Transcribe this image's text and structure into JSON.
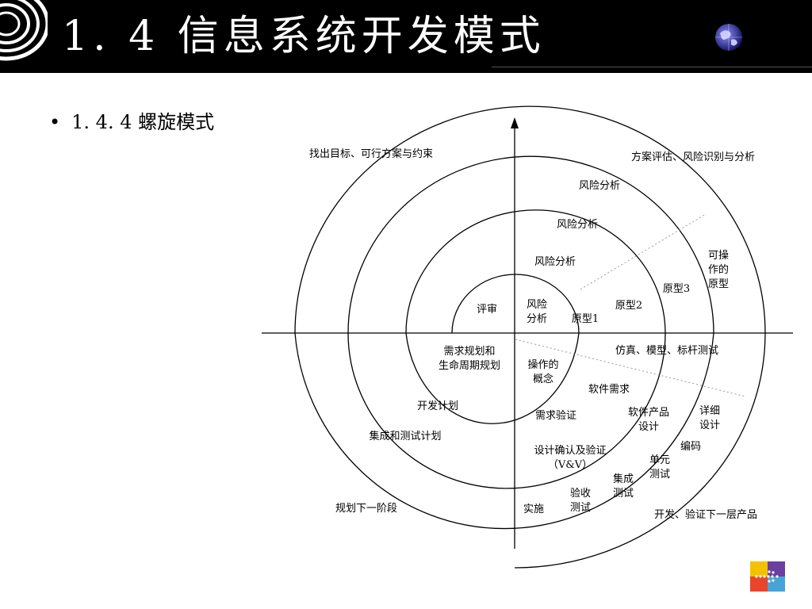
{
  "header": {
    "title": "1. 4 信息系统开发模式",
    "logo_icon": "concentric-spiral-logo-icon",
    "globe_icon": "globe-icon"
  },
  "bullet": {
    "marker": "•",
    "text": "1. 4. 4 螺旋模式"
  },
  "diagram": {
    "labels": {
      "q1_goal": "找出目标、可行方案与约束",
      "q2_evaluate": "方案评估、风险识别与分析",
      "risk_outer": "风险分析",
      "risk_mid": "风险分析",
      "risk_inner": "风险分析",
      "risk_center": "风险\n分析",
      "review": "评审",
      "prototype1": "原型1",
      "prototype2": "原型2",
      "prototype3": "原型3",
      "operational_prototype": "可操\n作的\n原型",
      "simulation": "仿真、模型、标杆测试",
      "requirements_plan": "需求规划和\n生命周期规划",
      "operation_concept": "操作的\n概念",
      "software_requirements": "软件需求",
      "dev_plan": "开发计划",
      "req_verify": "需求验证",
      "software_product_design": "软件产品\n设计",
      "detailed_design": "详细\n设计",
      "integration_test_plan": "集成和测试计划",
      "coding": "编码",
      "design_verify": "设计确认及验证\n（V&V）",
      "unit_test": "单元\n测试",
      "integration_test": "集成\n测试",
      "acceptance_test": "验收\n测试",
      "implementation": "实施",
      "plan_next": "规划下一阶段",
      "develop_next": "开发、验证下一层产品"
    }
  },
  "footer": {
    "corner_icon": "arrow-dots-logo-icon",
    "corner_colors": [
      "#f2c200",
      "#6a3fa0",
      "#e8452c",
      "#4aa3d8"
    ]
  }
}
